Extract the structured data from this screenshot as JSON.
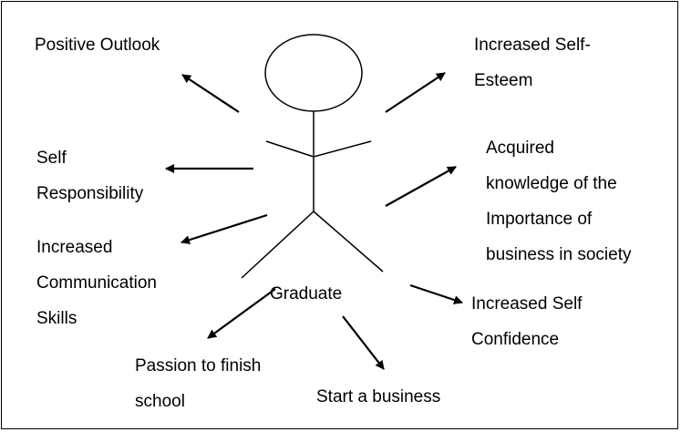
{
  "diagram": {
    "center_label": "Graduate",
    "outcomes": [
      {
        "id": "positive-outlook",
        "lines": [
          "Positive Outlook"
        ]
      },
      {
        "id": "increased-self-esteem",
        "lines": [
          "Increased Self-",
          "Esteem"
        ]
      },
      {
        "id": "self-responsibility",
        "lines": [
          "Self",
          "Responsibility"
        ]
      },
      {
        "id": "acquired-knowledge",
        "lines": [
          "Acquired",
          "knowledge of the",
          "Importance of",
          "business in society"
        ]
      },
      {
        "id": "increased-communication-skills",
        "lines": [
          "Increased",
          "Communication",
          "Skills"
        ]
      },
      {
        "id": "increased-self-confidence",
        "lines": [
          "Increased Self",
          "Confidence"
        ]
      },
      {
        "id": "passion-to-finish-school",
        "lines": [
          "Passion to finish",
          "school"
        ]
      },
      {
        "id": "start-a-business",
        "lines": [
          "Start a business"
        ]
      }
    ]
  }
}
